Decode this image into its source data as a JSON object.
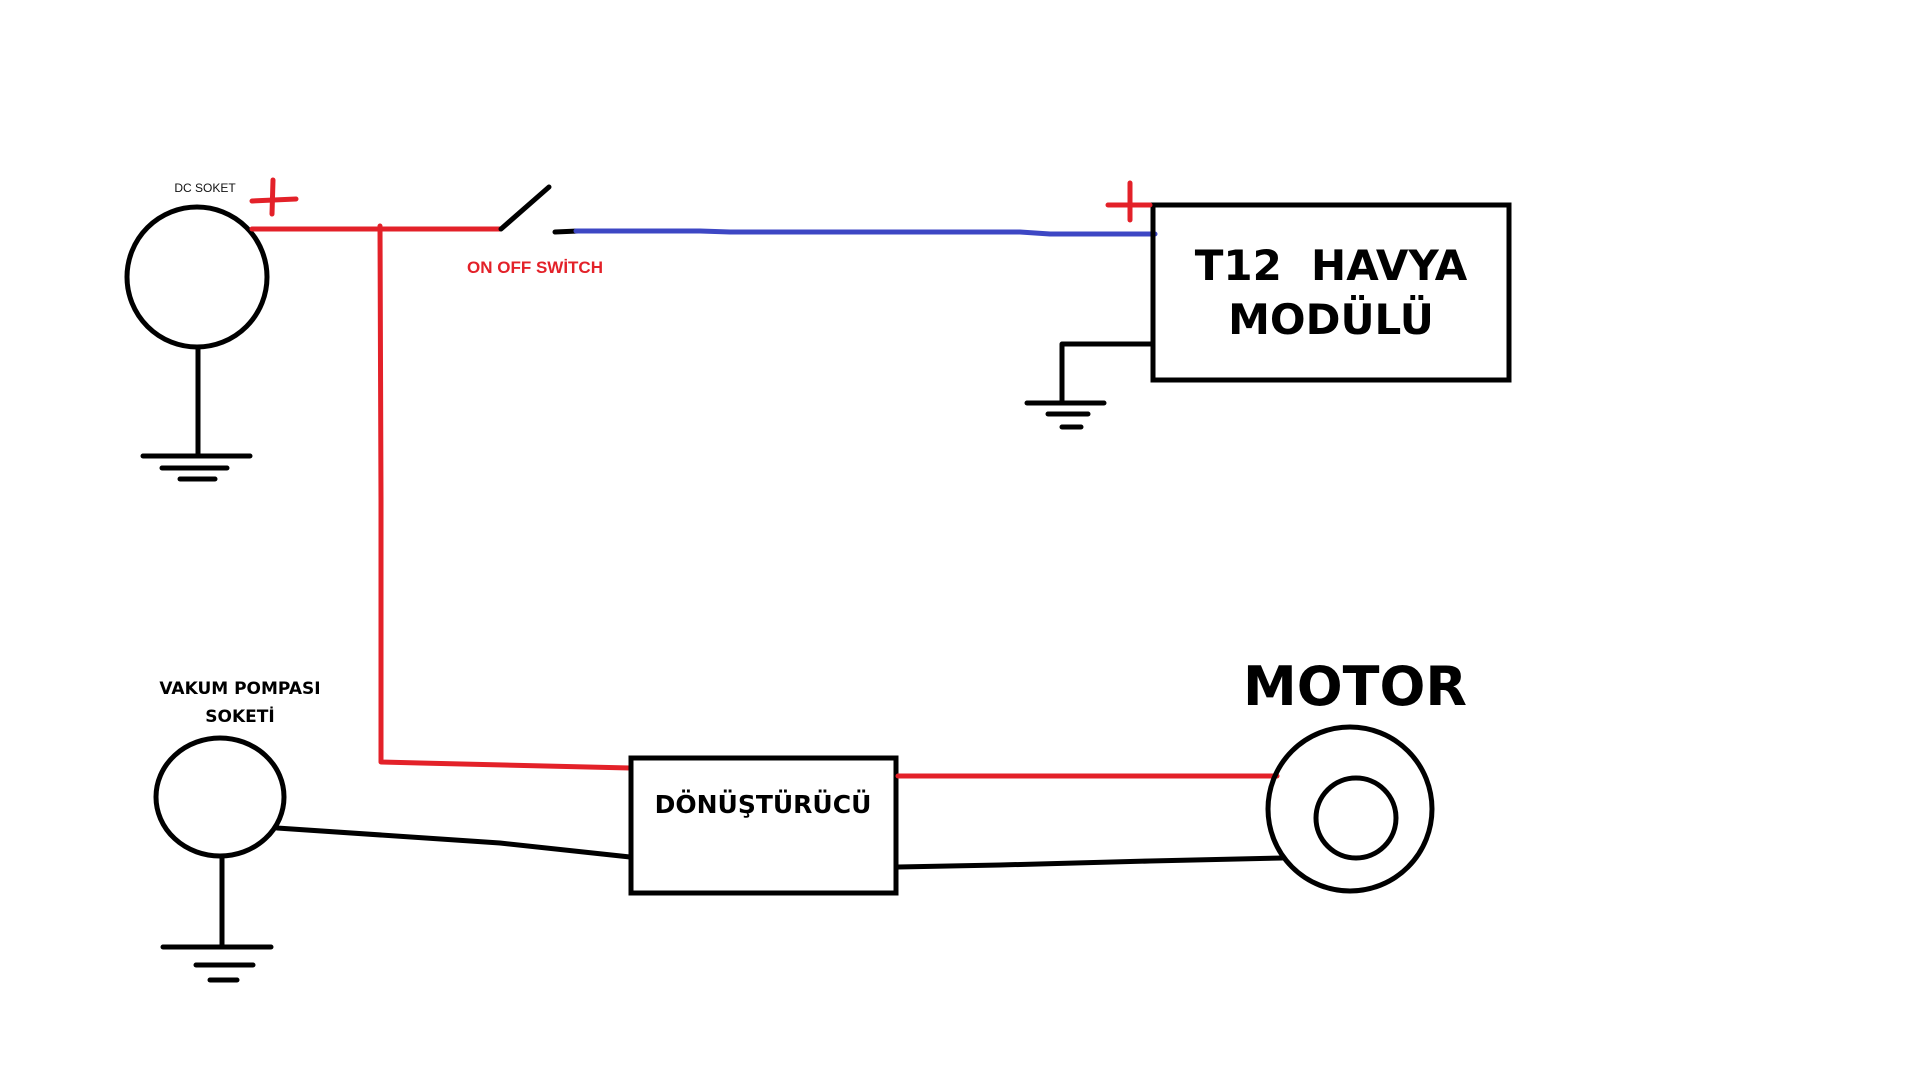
{
  "colors": {
    "positive_wire": "#e32129",
    "switched_wire": "#3d47c4",
    "ground_wire": "#000000",
    "background": "#ffffff"
  },
  "components": {
    "dc_socket": {
      "label": "DC SOKET",
      "polarity_mark": "+"
    },
    "switch": {
      "label": "ON OFF SWİTCH"
    },
    "t12_module": {
      "line1": "T12  HAVYA",
      "line2": "MODÜLÜ",
      "polarity_mark": "+"
    },
    "vacuum_socket": {
      "line1": "VAKUM POMPASI",
      "line2": "SOKETİ"
    },
    "converter": {
      "label": "DÖNÜŞTÜRÜCÜ"
    },
    "motor": {
      "label": "MOTOR"
    }
  }
}
